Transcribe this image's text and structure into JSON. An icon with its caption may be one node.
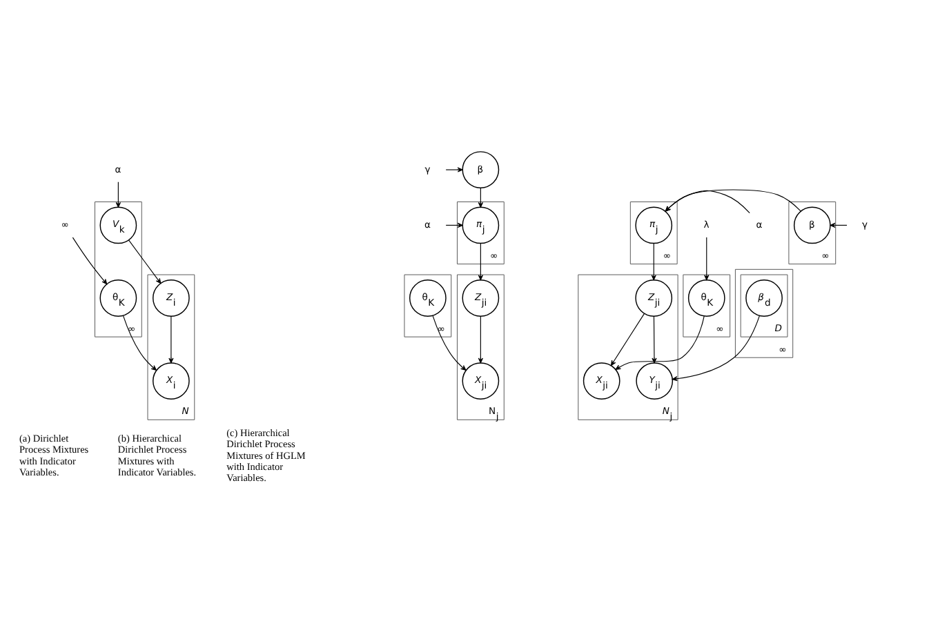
{
  "diagram": {
    "nodes": [
      {
        "text": [
          "α"
        ]
      },
      {
        "text": [
          "∞"
        ]
      },
      {
        "text": [
          "∞"
        ]
      },
      {
        "text": [
          "*V*$_{k}$"
        ],
        "in": 2
      },
      {
        "text": [
          "θ$_{K}$"
        ],
        "in": 2
      },
      {
        "text": [
          "*N*"
        ]
      },
      {
        "text": [
          "*Z*$_{i}$"
        ],
        "in": 5
      },
      {
        "text": [
          "*X*$_{i}$"
        ],
        "in": 5
      },
      {
        "text": [
          "γ"
        ]
      },
      {
        "text": [
          "β"
        ]
      },
      {
        "text": [
          "α"
        ]
      },
      {
        "text": [
          "∞"
        ]
      },
      {
        "text": [
          "*π*$_{j}$"
        ],
        "in": 11
      },
      {
        "text": [
          "∞"
        ]
      },
      {
        "text": [
          "θ$_{K}$"
        ],
        "in": 13
      },
      {
        "text": [
          "N$_{j}$"
        ]
      },
      {
        "text": [
          "*Z*$_{ji}$"
        ],
        "in": 15
      },
      {
        "text": [
          "*X*$_{ji}$"
        ],
        "in": 15
      },
      {
        "text": [
          "*N*$_{j}$"
        ]
      },
      {
        "text": [
          "*Z*$_{ji}$"
        ],
        "in": 18
      },
      {
        "text": [
          "*X*$_{ji}$"
        ],
        "in": 18
      },
      {
        "text": [
          "*Y*$_{ji}$"
        ],
        "in": 18
      },
      {
        "text": [
          "∞"
        ]
      },
      {
        "text": [
          "θ$_{K}$"
        ],
        "in": 22
      },
      {
        "text": [
          "λ"
        ]
      },
      {
        "text": [
          "∞"
        ]
      },
      {
        "text": [
          "*D*"
        ],
        "in": 25
      },
      {
        "text": [
          "*β*$_{d}$"
        ],
        "in": 26
      },
      {
        "text": [
          "α"
        ]
      },
      {
        "text": [
          "∞"
        ]
      },
      {
        "text": [
          "*π*$_{j}$"
        ],
        "in": 29
      },
      {
        "text": [
          "∞"
        ]
      },
      {
        "text": [
          "β"
        ],
        "in": 31
      },
      {
        "text": [
          "γ"
        ]
      }
    ],
    "edges": [
      {
        "from": 0,
        "to": 3,
        "arrow": "to"
      },
      {
        "from": 1,
        "to": 4,
        "arrow": "to"
      },
      {
        "from": 3,
        "to": 6,
        "arrow": "to"
      },
      {
        "from": 4,
        "to": 7,
        "arrow": "to"
      },
      {
        "from": 6,
        "to": 7,
        "arrow": "to"
      },
      {
        "from": 8,
        "to": 9,
        "arrow": "to"
      },
      {
        "from": 9,
        "to": 12,
        "arrow": "to"
      },
      {
        "from": 10,
        "to": 12,
        "arrow": "to"
      },
      {
        "from": 12,
        "to": 16,
        "arrow": "to"
      },
      {
        "from": 14,
        "to": 17,
        "arrow": "to"
      },
      {
        "from": 16,
        "to": 17,
        "arrow": "to"
      },
      {
        "from": 19,
        "to": 20,
        "arrow": "to"
      },
      {
        "from": 19,
        "to": 21,
        "arrow": "to"
      },
      {
        "from": 23,
        "to": 20,
        "arrow": "to"
      },
      {
        "from": 24,
        "to": 23,
        "arrow": "to"
      },
      {
        "from": 27,
        "to": 21,
        "arrow": "to"
      },
      {
        "from": 30,
        "to": 19,
        "arrow": "to"
      },
      {
        "from": 28,
        "to": 30,
        "arrow": "to"
      },
      {
        "from": 32,
        "to": 30,
        "arrow": "to"
      },
      {
        "from": 33,
        "to": 32,
        "arrow": "to"
      }
    ],
    "labels": [
      "(a) Dirichlet Process Mixtures with Indicator Variables.",
      "(b) Hierarchical Dirichlet Process Mixtures with Indicator Variables.",
      "(c) Hierarchical Dirichlet Process Mixtures of HGLM with Indicator Variables."
    ]
  }
}
